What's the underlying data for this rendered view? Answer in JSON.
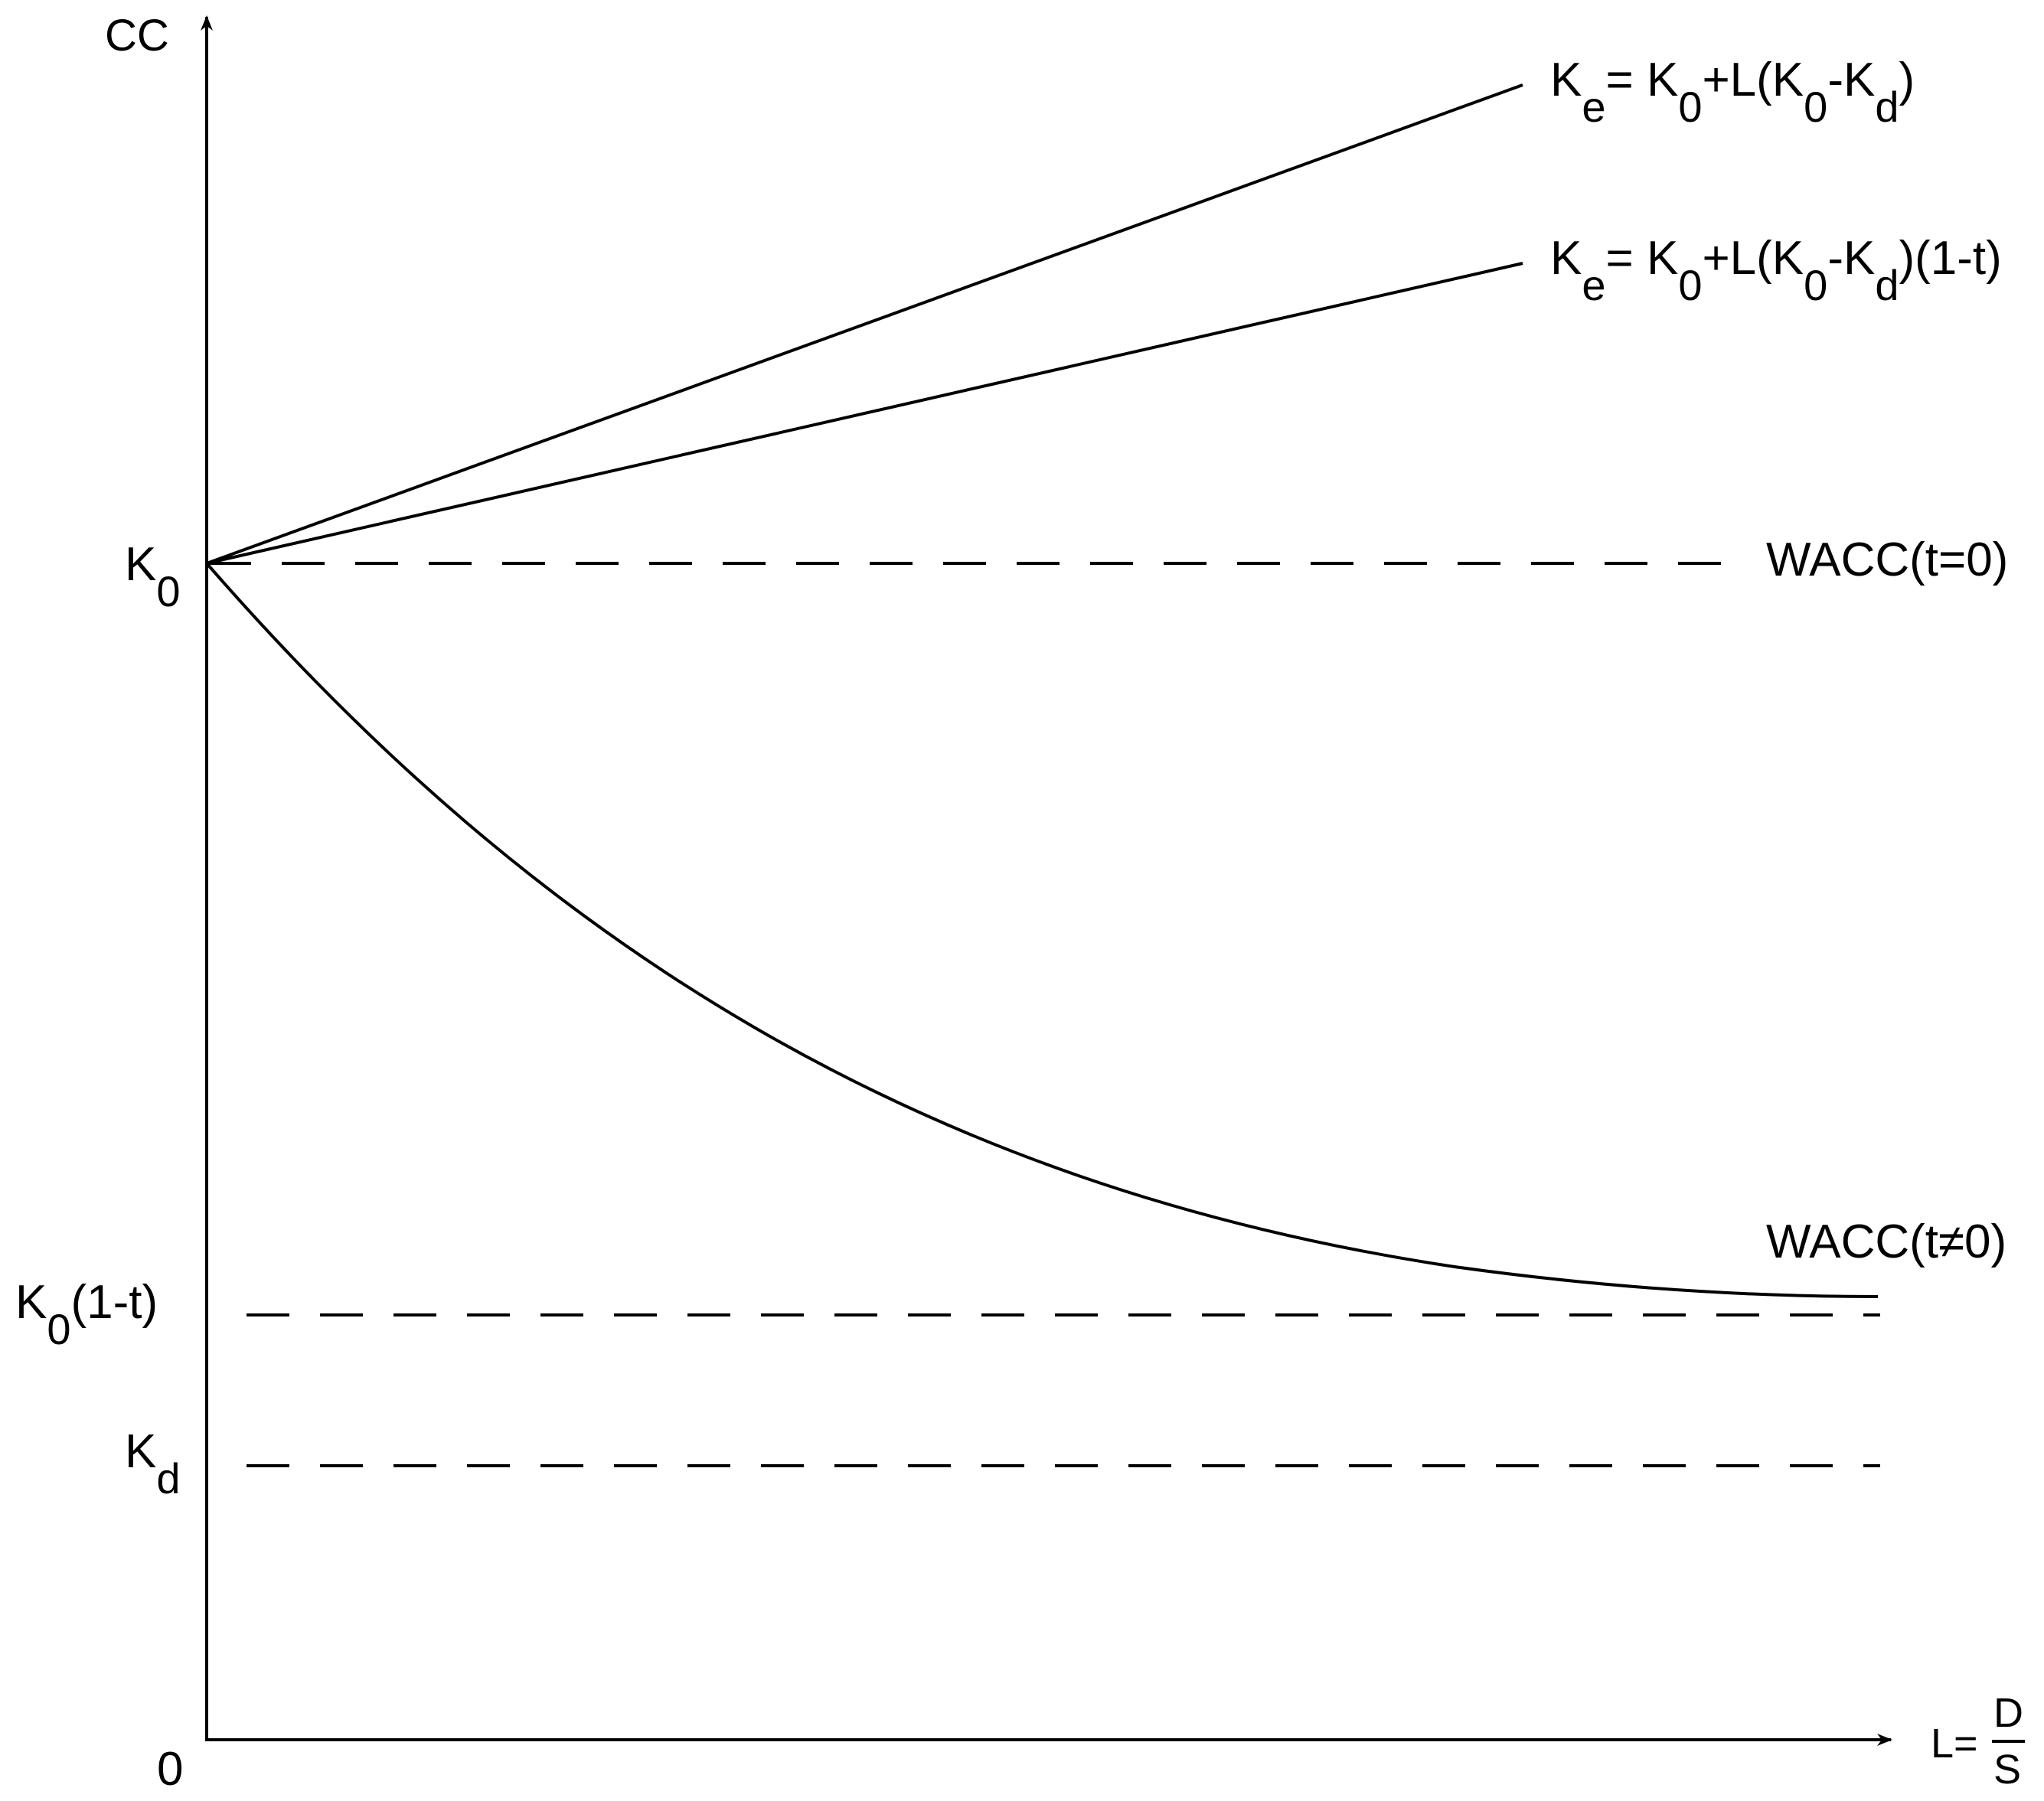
{
  "colors": {
    "line": "#000000",
    "background": "#ffffff"
  },
  "axes": {
    "y_label": "CC",
    "origin_label": "0",
    "x_label": {
      "main": "L=",
      "numerator": "D",
      "denominator": "S"
    }
  },
  "level_labels": [
    {
      "id": "k0",
      "parts": [
        {
          "t": "K"
        },
        {
          "s": "0"
        }
      ]
    },
    {
      "id": "k0-1-t",
      "parts": [
        {
          "t": "K"
        },
        {
          "s": "0"
        },
        {
          "t": "(1-t)"
        }
      ]
    },
    {
      "id": "kd",
      "parts": [
        {
          "t": "K"
        },
        {
          "s": "d"
        }
      ]
    }
  ],
  "curve_labels": [
    {
      "id": "ke-no-tax",
      "parts": [
        {
          "t": "K"
        },
        {
          "s": "e"
        },
        {
          "t": "= K"
        },
        {
          "s": "0"
        },
        {
          "t": "+L(K"
        },
        {
          "s": "0"
        },
        {
          "t": "-K"
        },
        {
          "s": "d"
        },
        {
          "t": ")"
        }
      ]
    },
    {
      "id": "ke-tax",
      "parts": [
        {
          "t": "K"
        },
        {
          "s": "e"
        },
        {
          "t": "= K"
        },
        {
          "s": "0"
        },
        {
          "t": "+L(K"
        },
        {
          "s": "0"
        },
        {
          "t": "-K"
        },
        {
          "s": "d"
        },
        {
          "t": ")(1-t)"
        }
      ]
    },
    {
      "id": "wacc-no-tax",
      "parts": [
        {
          "t": "WACC(t=0)"
        }
      ]
    },
    {
      "id": "wacc-tax",
      "parts": [
        {
          "t": "WACC(t≠0)"
        }
      ]
    }
  ]
}
